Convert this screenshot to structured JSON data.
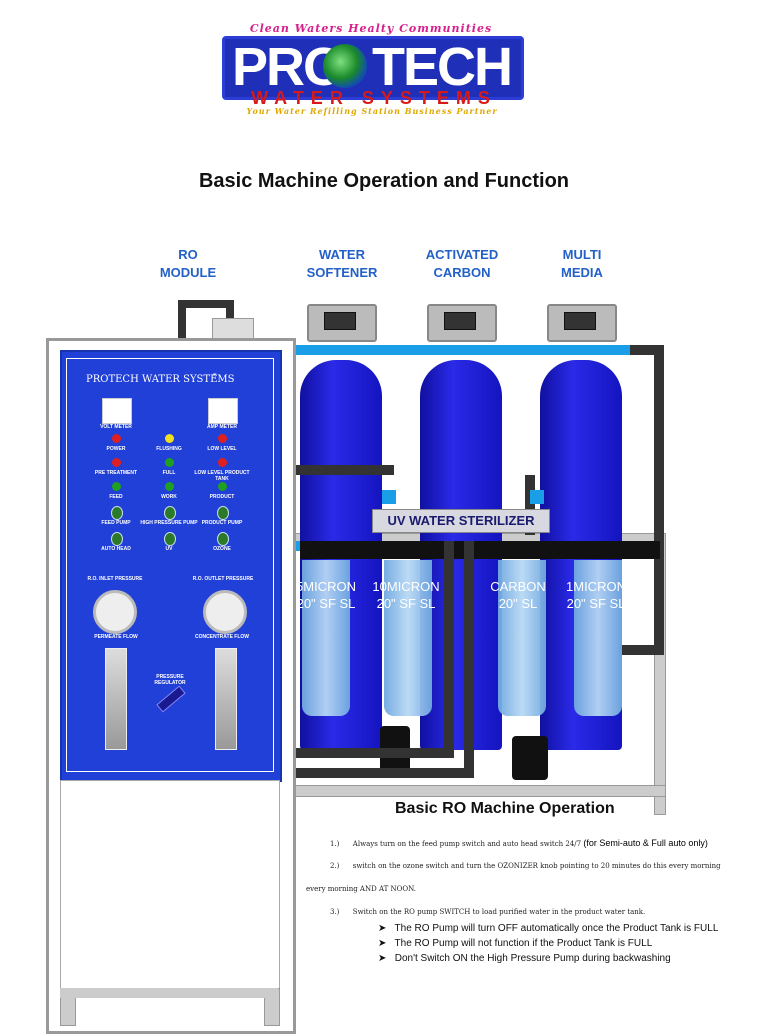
{
  "logo": {
    "tagline": "Clean Waters Healty Communities",
    "word1": "PRO",
    "word2": "TECH",
    "subtitle": "WATER SYSTEMS",
    "slogan": "Your Water Refilling Station Business Partner"
  },
  "title": "Basic Machine Operation and Function",
  "labels": {
    "ro_module": [
      "RO",
      "MODULE"
    ],
    "water_softener": [
      "WATER",
      "SOFTENER"
    ],
    "activated_carbon": [
      "ACTIVATED",
      "CARBON"
    ],
    "multi_media": [
      "MULTI",
      "MEDIA"
    ]
  },
  "panel": {
    "title": "PROTECH WATER SYSTEMS",
    "volt_meter": "VOLT METER",
    "amp_meter": "AMP METER",
    "power": "POWER",
    "flushing": "FLUSHING",
    "low_level": "LOW LEVEL",
    "pre_treatment": "PRE TREATMENT",
    "full": "FULL",
    "low_level_tank": "LOW LEVEL PRODUCT TANK",
    "feed": "FEED",
    "work": "WORK",
    "product": "PRODUCT",
    "feed_pump": "FEED PUMP",
    "high_pressure_pump": "HIGH PRESSURE PUMP",
    "product_pump": "PRODUCT PUMP",
    "auto_head": "AUTO HEAD",
    "uv": "UV",
    "ozone": "OZONE",
    "ro_inlet": "R.O. INLET PRESSURE",
    "ro_outlet": "R.O. OUTLET PRESSURE",
    "permeate": "PERMEATE FLOW",
    "concentrate": "CONCENTRATE FLOW",
    "pressure_regulator": "PRESSURE REGULATOR"
  },
  "uv_sterilizer": "UV WATER STERILIZER",
  "filters": [
    {
      "line1": "5MICRON",
      "line2": "20\" SF SL"
    },
    {
      "line1": "10MICRON",
      "line2": "20\" SF SL"
    },
    {
      "line1": "CARBON",
      "line2": "20\" SL"
    },
    {
      "line1": "1MICRON",
      "line2": "20\" SF SL"
    }
  ],
  "operation": {
    "heading": "Basic RO Machine Operation",
    "step1_num": "1.)",
    "step1_text": "Always turn on the feed pump switch and auto head switch 24/7",
    "step1_note": "(for Semi-auto & Full auto only)",
    "step2_num": "2.)",
    "step2_text": "switch on the ozone switch and turn the OZONIZER knob pointing to 20 minutes do this every morning",
    "step2_cont": "every morning AND AT NOON.",
    "step3_num": "3.)",
    "step3_text": "Switch on the RO pump SWITCH to load purified water in the product water tank.",
    "bullets": [
      "The RO Pump will turn OFF automatically once the Product Tank is FULL",
      "The RO Pump will not function if the Product Tank is FULL",
      "Don't Switch ON the High Pressure Pump during backwashing"
    ]
  }
}
